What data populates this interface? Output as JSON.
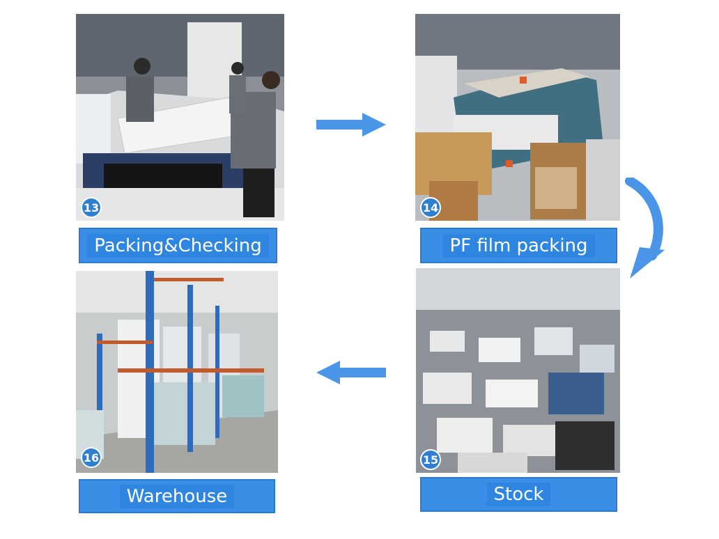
{
  "steps": [
    {
      "number": "13",
      "label": "Packing&Checking"
    },
    {
      "number": "14",
      "label": "PF film packing"
    },
    {
      "number": "15",
      "label": "Stock"
    },
    {
      "number": "16",
      "label": "Warehouse"
    }
  ],
  "colors": {
    "label_bg": "#3a8ee6",
    "arrow": "#4a95e8",
    "badge": "#2f7fd0"
  },
  "arrows": [
    "arrow-right",
    "arrow-curve-down",
    "arrow-left"
  ]
}
